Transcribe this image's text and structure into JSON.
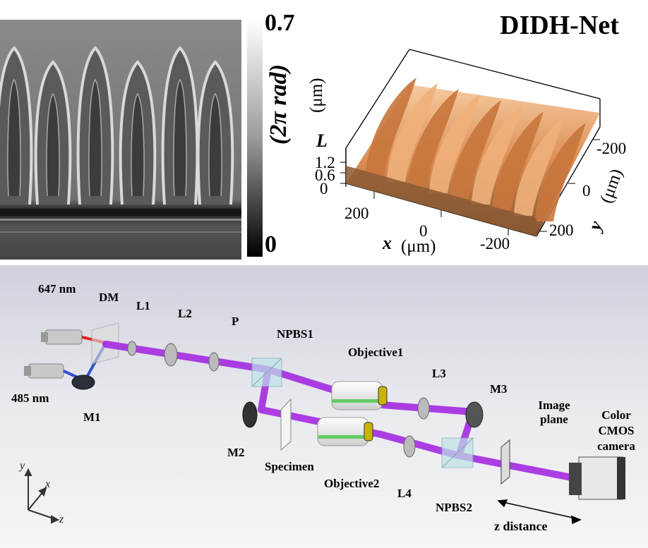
{
  "top_left": {
    "colorbar": {
      "max_label": "0.7",
      "min_label": "0",
      "unit_label": "(2π rad)"
    }
  },
  "top_right": {
    "title": "DIDH-Net",
    "z_axis": {
      "label": "L",
      "unit": "(μm)",
      "ticks": [
        "1.2",
        "0.6",
        "0"
      ]
    },
    "x_axis": {
      "label": "x",
      "unit": "(μm)",
      "ticks": [
        "200",
        "0",
        "-200"
      ]
    },
    "y_axis": {
      "label": "y",
      "unit": "(μm)",
      "ticks": [
        "-200",
        "0",
        "200"
      ]
    }
  },
  "setup": {
    "labels": {
      "laser_red": "647 nm",
      "laser_blue": "485 nm",
      "dm": "DM",
      "l1": "L1",
      "l2": "L2",
      "p": "P",
      "npbs1": "NPBS1",
      "objective1": "Objective1",
      "l3": "L3",
      "m3": "M3",
      "image_plane": "Image\nplane",
      "camera": "Color\nCMOS\ncamera",
      "m1": "M1",
      "m2": "M2",
      "specimen": "Specimen",
      "objective2": "Objective2",
      "l4": "L4",
      "npbs2": "NPBS2",
      "z_distance": "z distance"
    },
    "coords": {
      "y": "y",
      "x": "x",
      "z": "z"
    },
    "colors": {
      "beam": "#a020e0",
      "red_beam": "#e02020",
      "blue_beam": "#3050d0"
    }
  }
}
